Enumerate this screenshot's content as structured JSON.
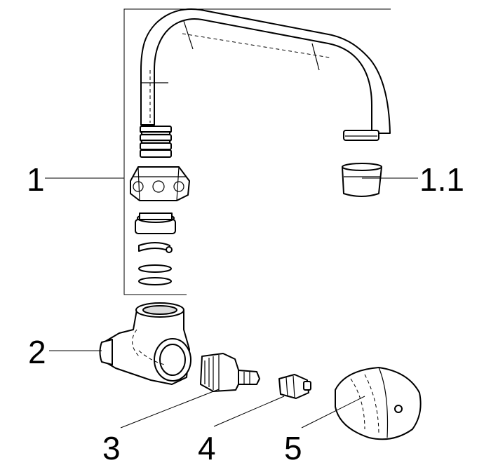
{
  "callouts": {
    "item_1": "1",
    "item_1_1": "1.1",
    "item_2": "2",
    "item_3": "3",
    "item_4": "4",
    "item_5": "5"
  }
}
